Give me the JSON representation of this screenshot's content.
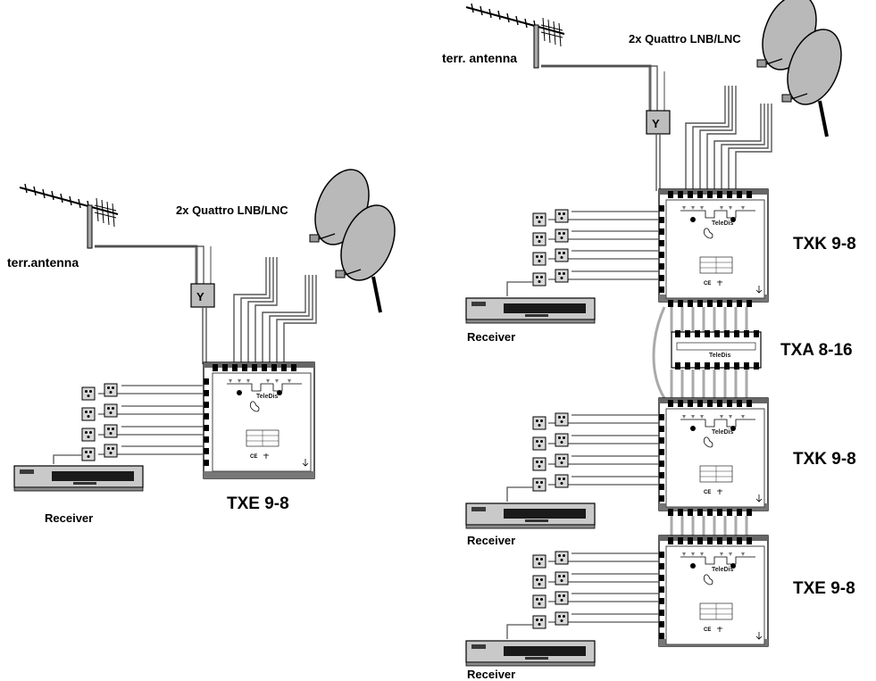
{
  "left_system": {
    "antenna_label": "terr.antenna",
    "lnb_label": "2x Quattro LNB/LNC",
    "splitter_symbol": "Y",
    "switch_label": "TXE 9-8",
    "receiver_label": "Receiver",
    "brand": "TeleDis"
  },
  "right_system": {
    "antenna_label": "terr. antenna",
    "lnb_label": "2x Quattro LNB/LNC",
    "splitter_symbol": "Y",
    "units": [
      {
        "label": "TXK 9-8"
      },
      {
        "label": "TXA 8-16"
      },
      {
        "label": "TXK 9-8"
      },
      {
        "label": "TXE 9-8"
      }
    ],
    "receiver_label": "Receiver",
    "brand": "TeleDis"
  }
}
